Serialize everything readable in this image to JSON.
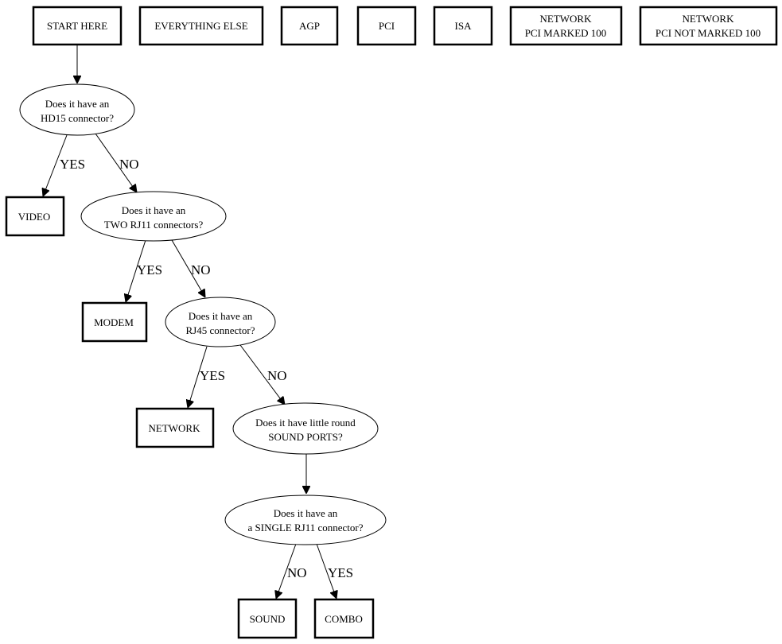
{
  "header_boxes": [
    {
      "lines": [
        "START HERE"
      ]
    },
    {
      "lines": [
        "EVERYTHING ELSE"
      ]
    },
    {
      "lines": [
        "AGP"
      ]
    },
    {
      "lines": [
        "PCI"
      ]
    },
    {
      "lines": [
        "ISA"
      ]
    },
    {
      "lines": [
        "NETWORK",
        "PCI MARKED 100"
      ]
    },
    {
      "lines": [
        "NETWORK",
        "PCI NOT MARKED 100"
      ]
    }
  ],
  "questions": [
    {
      "lines": [
        "Does it have an",
        "HD15 connector?"
      ]
    },
    {
      "lines": [
        "Does it have an",
        "TWO RJ11 connectors?"
      ]
    },
    {
      "lines": [
        "Does it have an",
        "RJ45 connector?"
      ]
    },
    {
      "lines": [
        "Does it have little round",
        "SOUND PORTS?"
      ]
    },
    {
      "lines": [
        "Does it have an",
        "a SINGLE RJ11 connector?"
      ]
    }
  ],
  "outcomes": [
    {
      "lines": [
        "VIDEO"
      ]
    },
    {
      "lines": [
        "MODEM"
      ]
    },
    {
      "lines": [
        "NETWORK"
      ]
    },
    {
      "lines": [
        "SOUND"
      ]
    },
    {
      "lines": [
        "COMBO"
      ]
    }
  ],
  "edge_labels": {
    "yes": "YES",
    "no": "NO"
  }
}
